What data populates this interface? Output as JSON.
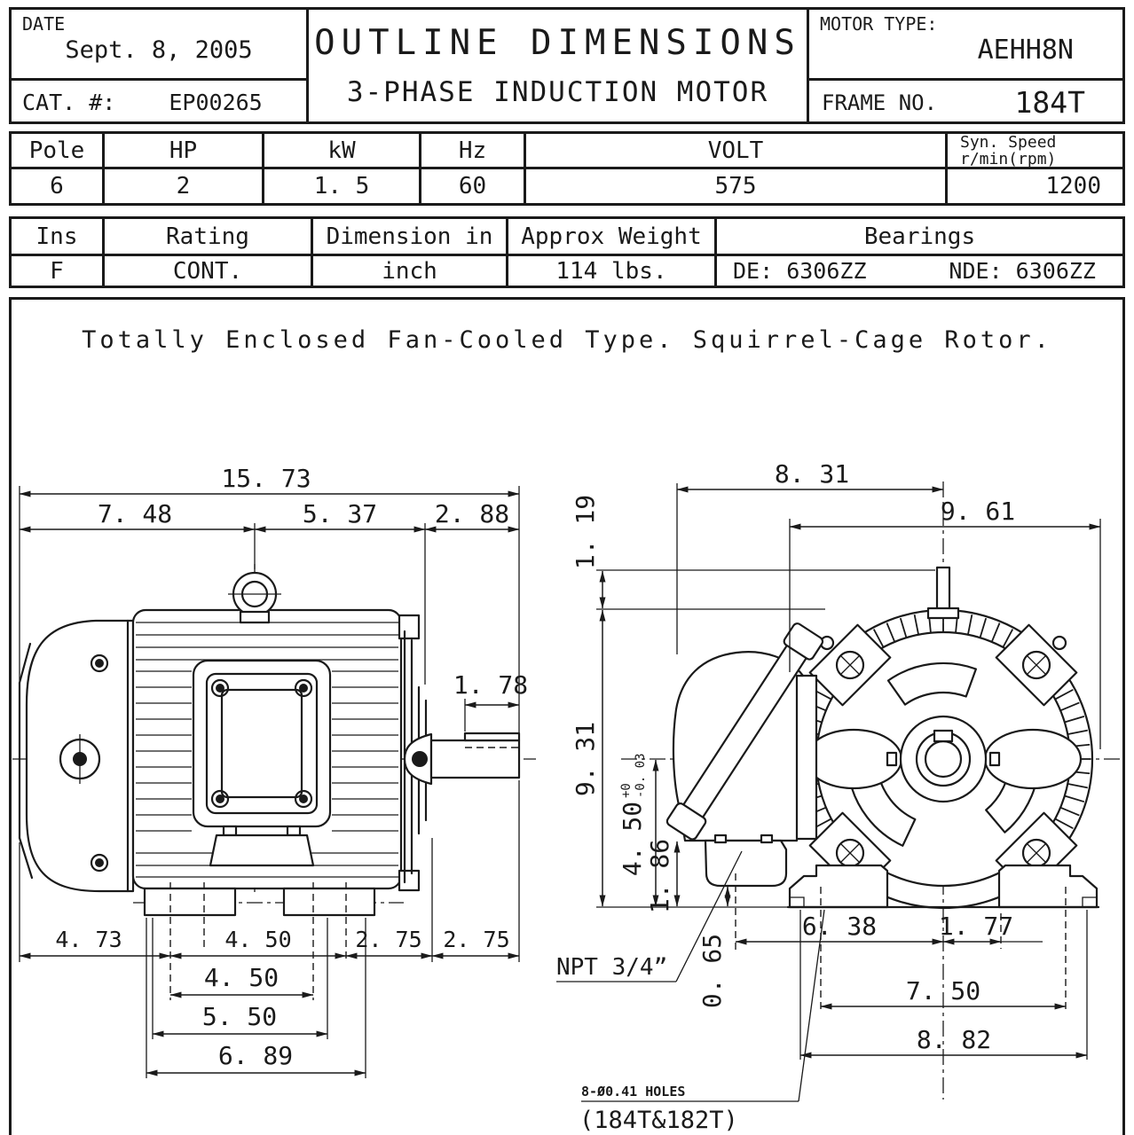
{
  "colors": {
    "ink": "#1a1a1a",
    "paper": "#ffffff"
  },
  "title_block": {
    "date_label": "DATE",
    "date_value": "Sept. 8, 2005",
    "cat_label": "CAT. #:",
    "cat_value": "EP00265",
    "title_line1": "OUTLINE DIMENSIONS",
    "title_line2": "3-PHASE INDUCTION MOTOR",
    "motor_type_label": "MOTOR TYPE:",
    "motor_type_value": "AEHH8N",
    "frame_label": "FRAME NO.",
    "frame_value": "184T"
  },
  "spec_primary": {
    "headers": [
      "Pole",
      "HP",
      "kW",
      "Hz",
      "VOLT"
    ],
    "syn_speed_header": [
      "Syn. Speed",
      "r/min(rpm)"
    ],
    "values": [
      "6",
      "2",
      "1. 5",
      "60",
      "575",
      "1200"
    ]
  },
  "spec_secondary": {
    "headers": [
      "Ins",
      "Rating",
      "Dimension in",
      "Approx Weight",
      "Bearings"
    ],
    "values": [
      "F",
      "CONT.",
      "inch",
      "114 lbs."
    ],
    "bearing_de": "DE: 6306ZZ",
    "bearing_nde": "NDE: 6306ZZ"
  },
  "description": "Totally Enclosed Fan-Cooled Type. Squirrel-Cage Rotor.",
  "side_view": {
    "dim_overall": "15. 73",
    "dim_body": "7. 48",
    "dim_mid": "5. 37",
    "dim_shaft": "2. 88",
    "dim_key": "1. 78",
    "dim_fan_to_foot": "4. 73",
    "dim_foot_a": "4. 50",
    "dim_ba": "2. 75",
    "dim_ba2": "2. 75",
    "dim_bolt_span": "4. 50",
    "dim_foot_b": "5. 50",
    "dim_foot_c": "6. 89"
  },
  "end_view": {
    "dim_box_width": "8. 31",
    "dim_overall_width": "9. 61",
    "dim_lift": "1. 19",
    "dim_height": "9. 31",
    "dim_shaft_height": "4. 50",
    "tol_plus": "+0",
    "tol_minus": "-0. 03",
    "dim_box_bottom": "1. 86",
    "dim_foot_step": "0. 65",
    "dim_conduit": "6. 38",
    "dim_hole_edge": "1. 77",
    "dim_bolt_span": "7. 50",
    "dim_foot_width": "8. 82",
    "npt_label": "NPT 3/4”",
    "holes_note": "8-Ø0.41 HOLES",
    "frame_note": "(184T&182T)"
  }
}
